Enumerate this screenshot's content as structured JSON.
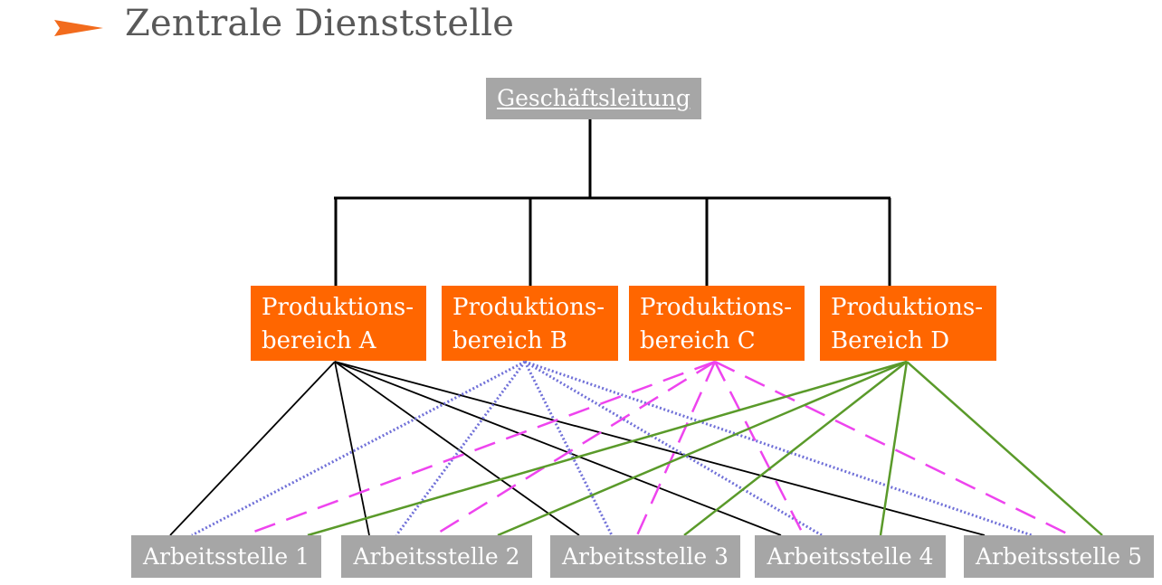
{
  "title": "Zentrale Dienststelle",
  "top": {
    "label": "Geschäftsleitung"
  },
  "bereiche": [
    {
      "line1": "Produktions-",
      "line2": "bereich A"
    },
    {
      "line1": "Produktions-",
      "line2": "bereich B"
    },
    {
      "line1": "Produktions-",
      "line2": "bereich C"
    },
    {
      "line1": "Produktions-",
      "line2": "Bereich D"
    }
  ],
  "arbeitsstellen": [
    {
      "label": "Arbeitsstelle 1"
    },
    {
      "label": "Arbeitsstelle 2"
    },
    {
      "label": "Arbeitsstelle 3"
    },
    {
      "label": "Arbeitsstelle 4"
    },
    {
      "label": "Arbeitsstelle 5"
    }
  ],
  "colors": {
    "accent_orange": "#ff6600",
    "box_gray": "#a6a6a6",
    "title_gray": "#595959",
    "link_A": "#000000",
    "link_B": "#7070d8",
    "link_C": "#ee44ee",
    "link_D": "#5a9a2a"
  },
  "links": {
    "A": {
      "style": "solid",
      "targets": [
        1,
        2,
        3,
        4,
        5
      ]
    },
    "B": {
      "style": "dotted",
      "targets": [
        1,
        2,
        3,
        4,
        5
      ]
    },
    "C": {
      "style": "dashed",
      "targets": [
        1,
        2,
        3,
        4,
        5
      ]
    },
    "D": {
      "style": "solid",
      "targets": [
        1,
        2,
        3,
        4,
        5
      ]
    }
  }
}
